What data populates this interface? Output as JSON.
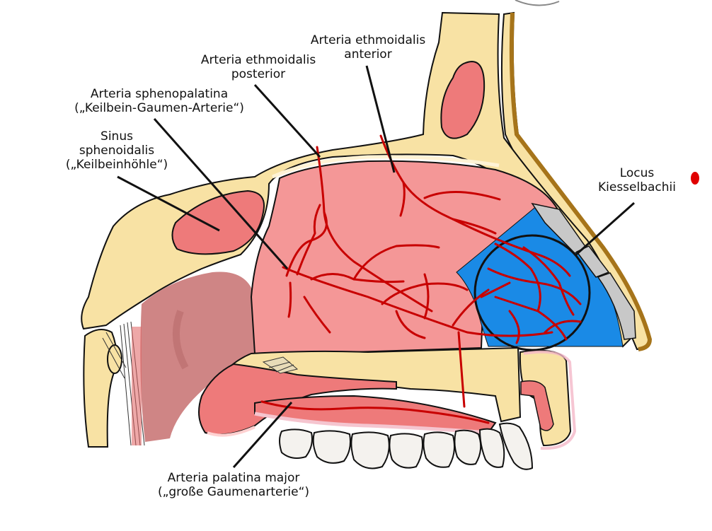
{
  "labels": {
    "ethmoidalis_anterior": {
      "line1": "Arteria ethmoidalis",
      "line2": "anterior"
    },
    "ethmoidalis_posterior": {
      "line1": "Arteria ethmoidalis",
      "line2": "posterior"
    },
    "sphenopalatina": {
      "line1": "Arteria sphenopalatina",
      "line2": "(„Keilbein-Gaumen-Arterie“)"
    },
    "sinus_sphenoidalis": {
      "line1": "Sinus",
      "line2": "sphenoidalis",
      "line3": "(„Keilbeinhöhle“)"
    },
    "locus_kiesselbachii": {
      "line1": "Locus",
      "line2": "Kiesselbachii"
    },
    "palatina_major": {
      "line1": "Arteria palatina major",
      "line2": "(„große Gaumenarterie“)"
    }
  },
  "colors": {
    "bone": "#f8e2a4",
    "mucosa": "#f49797",
    "sinus_pink": "#ee7a7a",
    "artery": "#c80000",
    "kiesselbach_area": "#1a8ae6",
    "skin": "#a6741a",
    "cartilage": "#c8c8c8",
    "teeth": "#f4f2ee",
    "outline": "#111111"
  }
}
